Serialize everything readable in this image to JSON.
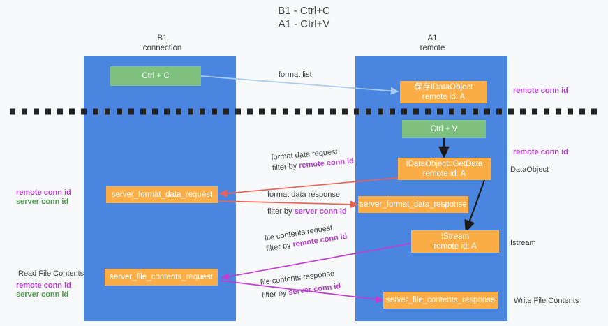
{
  "title": {
    "line1": "B1 - Ctrl+C",
    "line2": "A1 - Ctrl+V"
  },
  "columns": [
    {
      "name": "B1",
      "role": "connection"
    },
    {
      "name": "A1",
      "role": "remote"
    }
  ],
  "nodes": {
    "ctrl_c": {
      "label": "Ctrl + C",
      "color": "#7ec17e"
    },
    "ctrl_v": {
      "label": "Ctrl + V",
      "color": "#7ec17e"
    },
    "save_dataobject": {
      "line1": "保存IDataObject",
      "line2": "remote id: A",
      "color": "#fbae48"
    },
    "getdata": {
      "line1": "IDataObject::GetData",
      "line2": "remote id: A",
      "color": "#fbae48"
    },
    "istream": {
      "line1": "IStream",
      "line2": "remote id: A",
      "color": "#fbae48"
    },
    "server_format_data_request": {
      "label": "server_format_data_request",
      "color": "#fbae48"
    },
    "server_format_data_response": {
      "label": "server_format_data_response",
      "color": "#fbae48"
    },
    "server_file_contents_request": {
      "label": "server_file_contents_request",
      "color": "#fbae48"
    },
    "server_file_contents_response": {
      "label": "server_file_contents_response",
      "color": "#fbae48"
    }
  },
  "edges": {
    "format_list": {
      "label": "format list",
      "color": "#a9ccf0"
    },
    "format_data_request": {
      "line1": "format data request",
      "line2_prefix": "filter by ",
      "line2_key": "remote conn id",
      "color": "#e8645a"
    },
    "format_data_response": {
      "line1": "format data response",
      "line2_prefix": "filter by ",
      "line2_key": "server conn id",
      "color": "#e8645a"
    },
    "file_contents_request": {
      "line1": "file contents request",
      "line2_prefix": "filter by ",
      "line2_key": "remote conn id",
      "color": "#c13fd0"
    },
    "file_contents_response": {
      "line1": "file contents response",
      "line2_prefix": "filter by ",
      "line2_key": "server conn id",
      "color": "#c13fd0"
    }
  },
  "annotations": {
    "right_remote_conn_id_top": "remote conn id",
    "right_remote_conn_id_mid": "remote conn id",
    "right_dataobject": "DataObject",
    "right_istream": "Istream",
    "right_write_file_contents": "Write File Contents",
    "left_remote_conn_id_mid": "remote conn id",
    "left_server_conn_id_mid": "server conn id",
    "left_read_file_contents": "Read File Contents",
    "left_remote_conn_id_bottom": "remote conn id",
    "left_server_conn_id_bottom": "server conn id"
  },
  "colors": {
    "lane": "#4a86e0",
    "green_node": "#7ec17e",
    "orange_node": "#fbae48",
    "purple_text": "#b23bcc",
    "green_text": "#4f9c4f",
    "red_arrow": "#e8645a",
    "magenta_arrow": "#c13fd0",
    "lightblue_arrow": "#a9ccf0",
    "divider": "#222222",
    "background": "#f8f9fa"
  }
}
